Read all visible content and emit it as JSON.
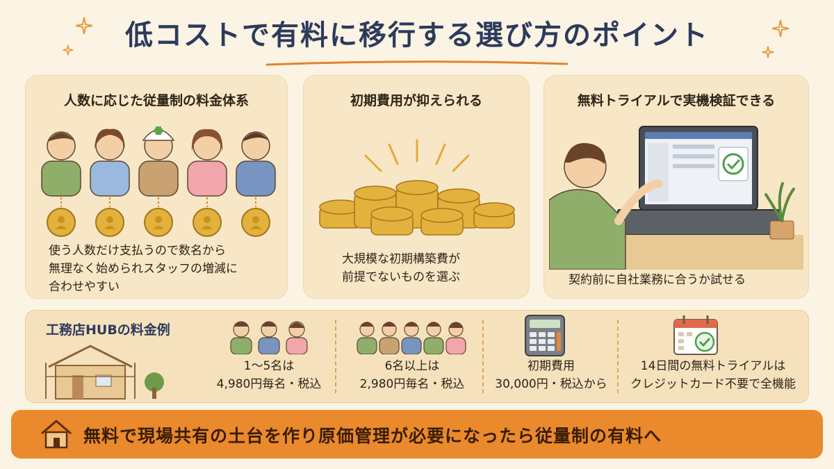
{
  "title": "低コストで有料に移行する選び方のポイント",
  "colors": {
    "accent": "#ea8a2c",
    "title": "#2c3a5c",
    "card_bg": "#f8e7c6",
    "coin": "#e2b23c"
  },
  "cards": [
    {
      "title": "人数に応じた従量制の料金体系",
      "lines": [
        "使う人数だけ支払うので数名から",
        "無理なく始められスタッフの増減に",
        "合わせやすい"
      ]
    },
    {
      "title": "初期費用が抑えられる",
      "lines": [
        "大規模な初期構築費が",
        "前提でないものを選ぶ"
      ]
    },
    {
      "title": "無料トライアルで実機検証できる",
      "lines": [
        "契約前に自社業務に合うか試せる"
      ]
    }
  ],
  "pricing": {
    "title": "工務店HUBの料金例",
    "items": [
      {
        "line1": "1～5名は",
        "line2": "4,980円毎名・税込"
      },
      {
        "line1": "6名以上は",
        "line2": "2,980円毎名・税込"
      },
      {
        "line1": "初期費用",
        "line2": "30,000円・税込から"
      },
      {
        "line1": "14日間の無料トライアルは",
        "line2": "クレジットカード不要で全機能"
      }
    ]
  },
  "footer": "無料で現場共有の土台を作り原価管理が必要になったら従量制の有料へ"
}
